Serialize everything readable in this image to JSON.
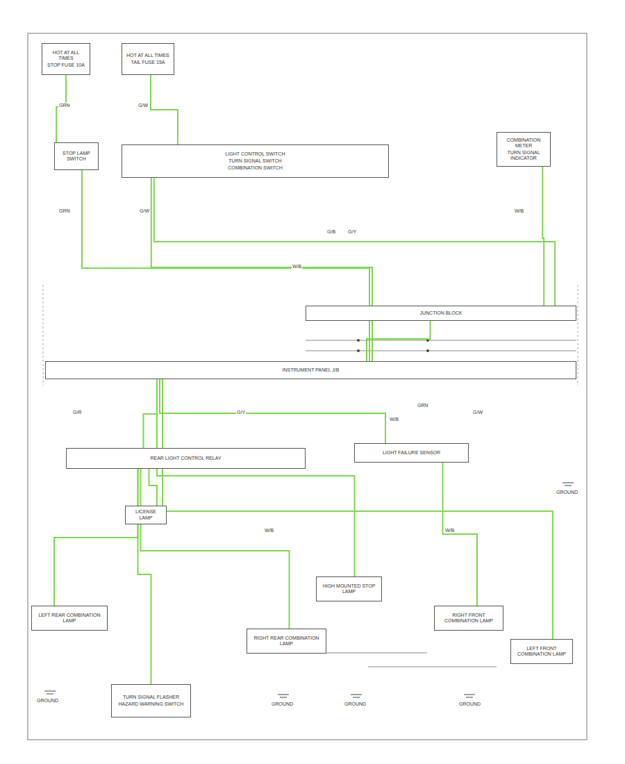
{
  "diagram": {
    "nodes": [
      {
        "text": [
          "HOT AT ALL TIMES",
          "STOP FUSE 10A"
        ]
      },
      {
        "text": [
          "HOT AT ALL TIMES",
          "TAIL FUSE 15A"
        ]
      },
      {
        "text": [
          "STOP LAMP SWITCH"
        ]
      },
      {
        "text": [
          "LIGHT CONTROL SWITCH",
          "TURN SIGNAL SWITCH",
          "COMBINATION SWITCH"
        ]
      },
      {
        "text": [
          "COMBINATION METER",
          "TURN SIGNAL INDICATOR"
        ]
      },
      {
        "text": [
          "JUNCTION BLOCK"
        ]
      },
      {
        "text": [
          "INSTRUMENT PANEL J/B"
        ]
      },
      {
        "text": [
          "REAR LIGHT CONTROL RELAY"
        ]
      },
      {
        "text": [
          "LIGHT FAILURE SENSOR"
        ]
      },
      {
        "text": [
          "LICENSE LAMP"
        ]
      },
      {
        "text": [
          "LEFT REAR COMBINATION LAMP"
        ]
      },
      {
        "text": [
          "RIGHT REAR COMBINATION LAMP"
        ]
      },
      {
        "text": [
          "HIGH MOUNTED STOP LAMP"
        ]
      },
      {
        "text": [
          "RIGHT FRONT COMBINATION LAMP"
        ]
      },
      {
        "text": [
          "TURN SIGNAL FLASHER",
          "HAZARD WARNING SWITCH"
        ]
      },
      {
        "text": [
          "LEFT FRONT COMBINATION LAMP"
        ]
      }
    ],
    "edges": [
      {
        "from": 0,
        "to": 2,
        "arrow": "none"
      },
      {
        "from": 1,
        "to": 3,
        "arrow": "none"
      },
      {
        "from": 2,
        "to": 6,
        "arrow": "none"
      },
      {
        "from": 3,
        "to": 6,
        "arrow": "none"
      },
      {
        "from": 3,
        "to": 5,
        "arrow": "none"
      },
      {
        "from": 4,
        "to": 5,
        "arrow": "none"
      },
      {
        "from": 5,
        "to": 6,
        "arrow": "none"
      },
      {
        "from": 6,
        "to": 7,
        "arrow": "none"
      },
      {
        "from": 6,
        "to": 8,
        "arrow": "none"
      },
      {
        "from": 7,
        "to": 9,
        "arrow": "none"
      },
      {
        "from": 7,
        "to": 10,
        "arrow": "none"
      },
      {
        "from": 7,
        "to": 11,
        "arrow": "none"
      },
      {
        "from": 6,
        "to": 12,
        "arrow": "none"
      },
      {
        "from": 8,
        "to": 13,
        "arrow": "none"
      },
      {
        "from": 6,
        "to": 15,
        "arrow": "none"
      },
      {
        "from": 7,
        "to": 14,
        "arrow": "none"
      }
    ],
    "labels": [
      "GRN",
      "G/W",
      "GRN",
      "G/W",
      "G/B",
      "G/Y",
      "W/B",
      "W/B",
      "GRN",
      "G/R",
      "G/Y",
      "W/B",
      "W/B",
      "W/B",
      "G/W",
      "GROUND",
      "GROUND",
      "GROUND",
      "GROUND",
      "GROUND"
    ]
  }
}
